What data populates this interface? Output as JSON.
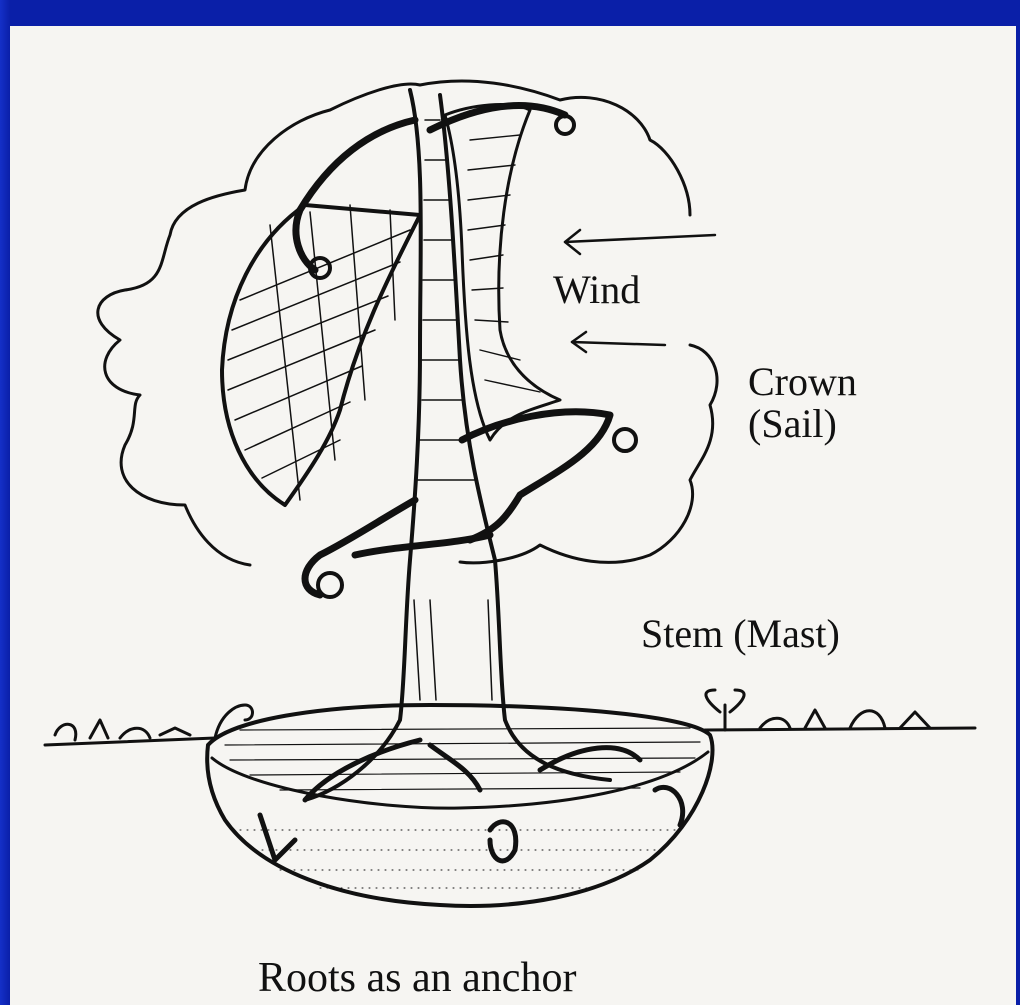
{
  "labels": {
    "wind": "Wind",
    "crown_line1": "Crown",
    "crown_line2": "(Sail)",
    "stem": "Stem (Mast)",
    "roots": "Roots as an anchor"
  },
  "colors": {
    "slide_background": "#0a1fa8",
    "paper": "#f6f5f2",
    "ink": "#111111"
  }
}
